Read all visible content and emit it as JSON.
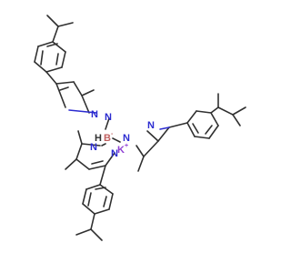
{
  "colors": {
    "carbon_bond": "#303030",
    "nitrogen": "#2b2bd0",
    "boron": "#c06060",
    "potassium": "#8f40d4"
  },
  "atoms": {
    "n_top_pz_1": "N",
    "n_top_pz_2": "N",
    "h_on_boron": "H",
    "boron": "B",
    "boron_charge": "-",
    "n_right_pz_1": "N",
    "n_right_pz_2": "N",
    "potassium": "K",
    "potassium_charge": "+",
    "n_left_pz_1": "N",
    "n_left_pz_2": "N"
  }
}
